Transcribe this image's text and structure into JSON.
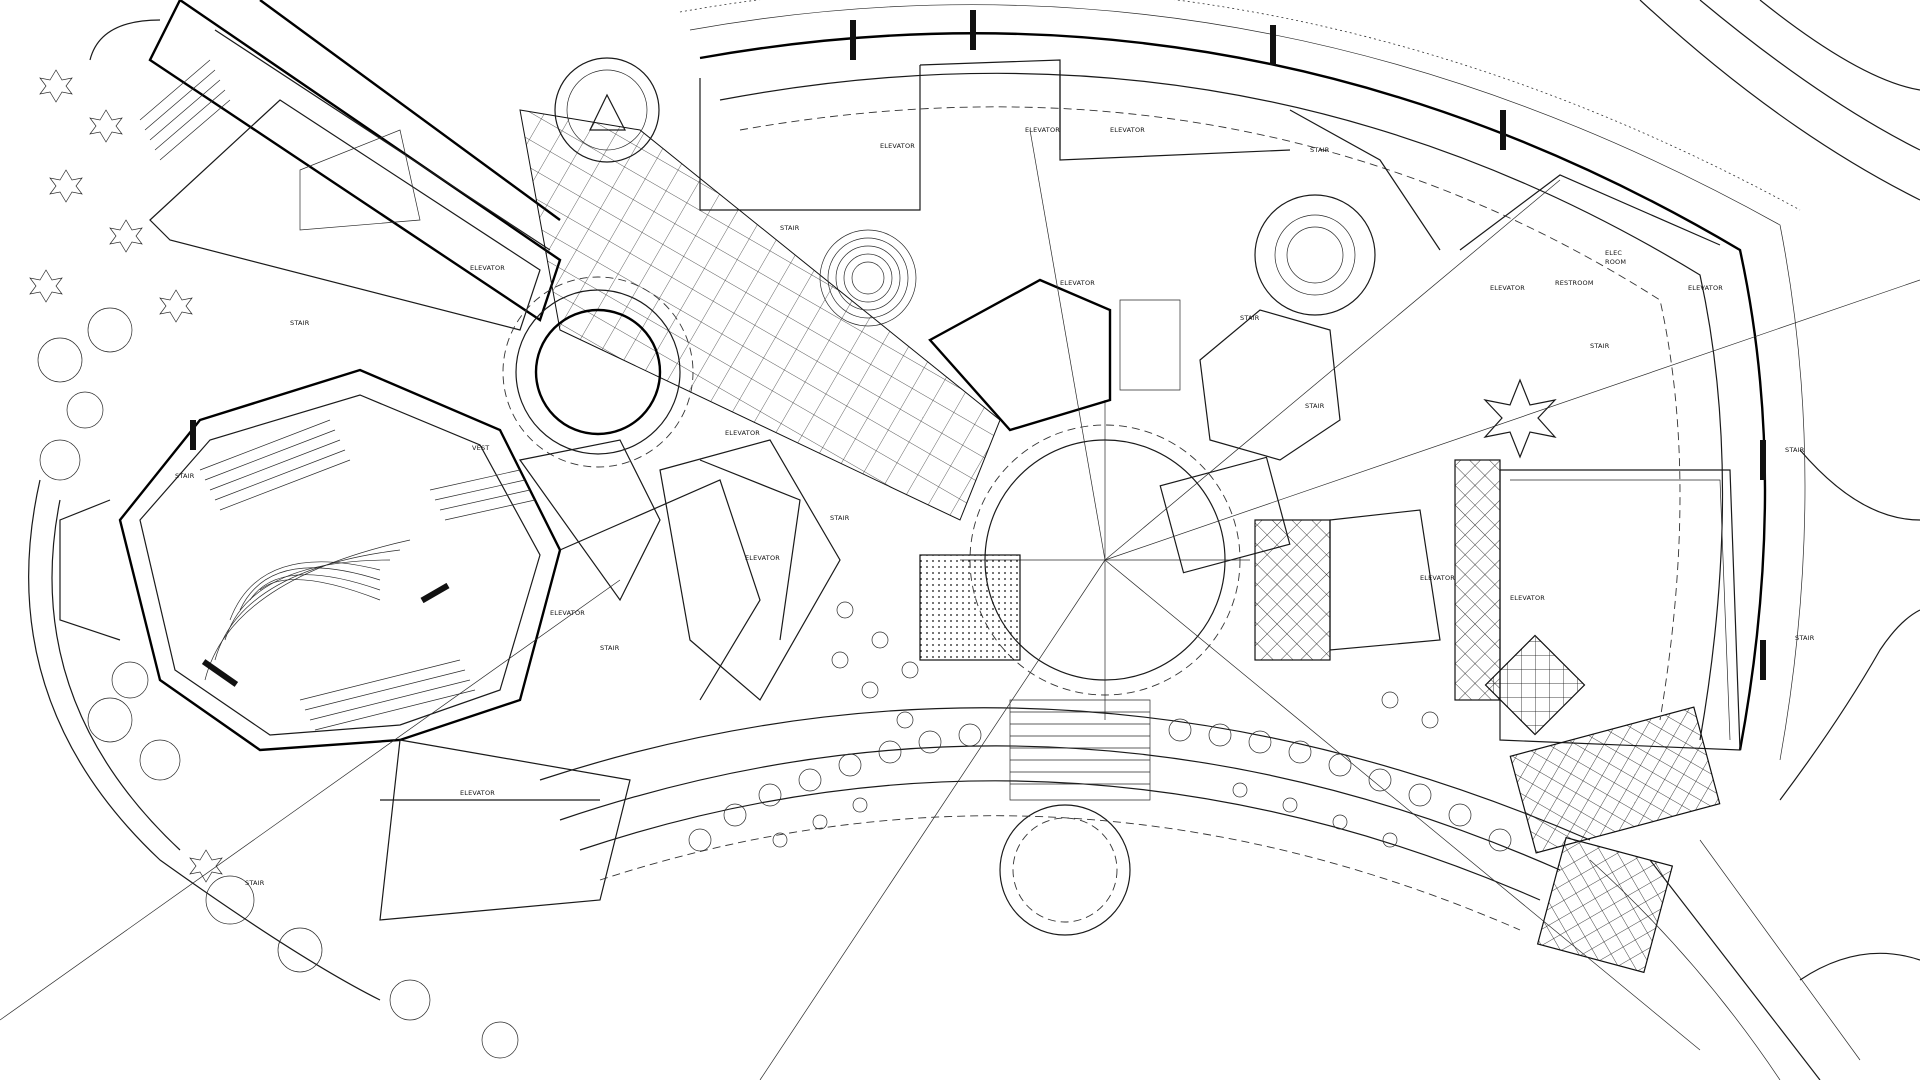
{
  "labels": {
    "stair": "STAIR",
    "elevator": "ELEVATOR",
    "restroom": "RESTROOM",
    "vest": "VEST",
    "elec": "ELEC",
    "room": "ROOM"
  },
  "colors": {
    "line": "#1a1a1a",
    "background": "#ffffff"
  }
}
